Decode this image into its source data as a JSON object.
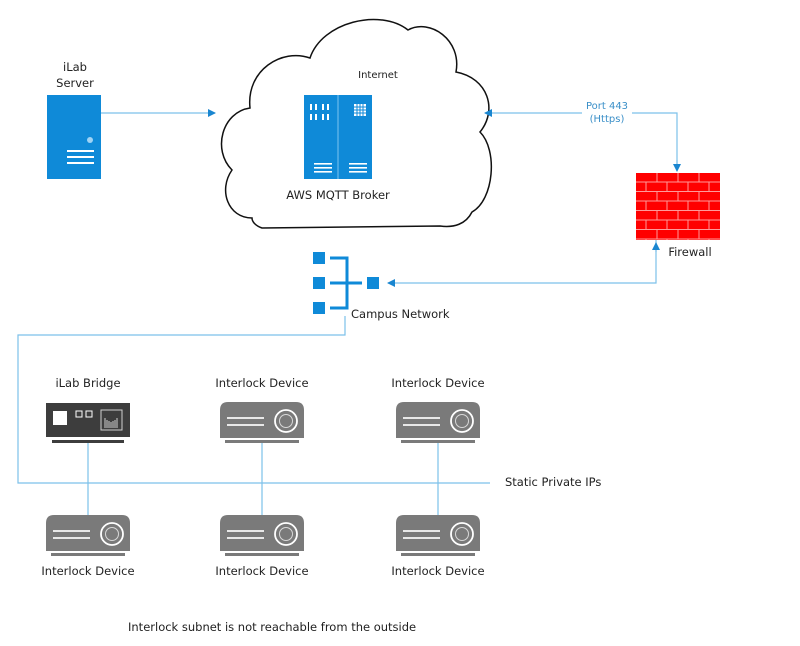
{
  "diagram": {
    "nodes": {
      "ilab_server": {
        "label_line1": "iLab",
        "label_line2": "Server"
      },
      "internet": {
        "label": "Internet"
      },
      "mqtt_broker": {
        "label": "AWS MQTT Broker"
      },
      "firewall": {
        "label": "Firewall"
      },
      "campus_network": {
        "label": "Campus Network"
      },
      "ilab_bridge": {
        "label": "iLab Bridge"
      },
      "devices_top": [
        {
          "label": "Interlock Device"
        },
        {
          "label": "Interlock Device"
        }
      ],
      "devices_bottom": [
        {
          "label": "Interlock Device"
        },
        {
          "label": "Interlock Device"
        },
        {
          "label": "Interlock Device"
        }
      ]
    },
    "edges": {
      "port_label_line1": "Port 443",
      "port_label_line2": "(Https)"
    },
    "subnet_label": "Static Private IPs",
    "footnote": "Interlock subnet is not reachable from the outside",
    "colors": {
      "server_blue": "#0f8ad8",
      "line_blue": "#4aa3df",
      "firewall_red": "#ff0000",
      "device_gray": "#7a7a7a",
      "bridge_dark": "#3d3d3d"
    }
  }
}
